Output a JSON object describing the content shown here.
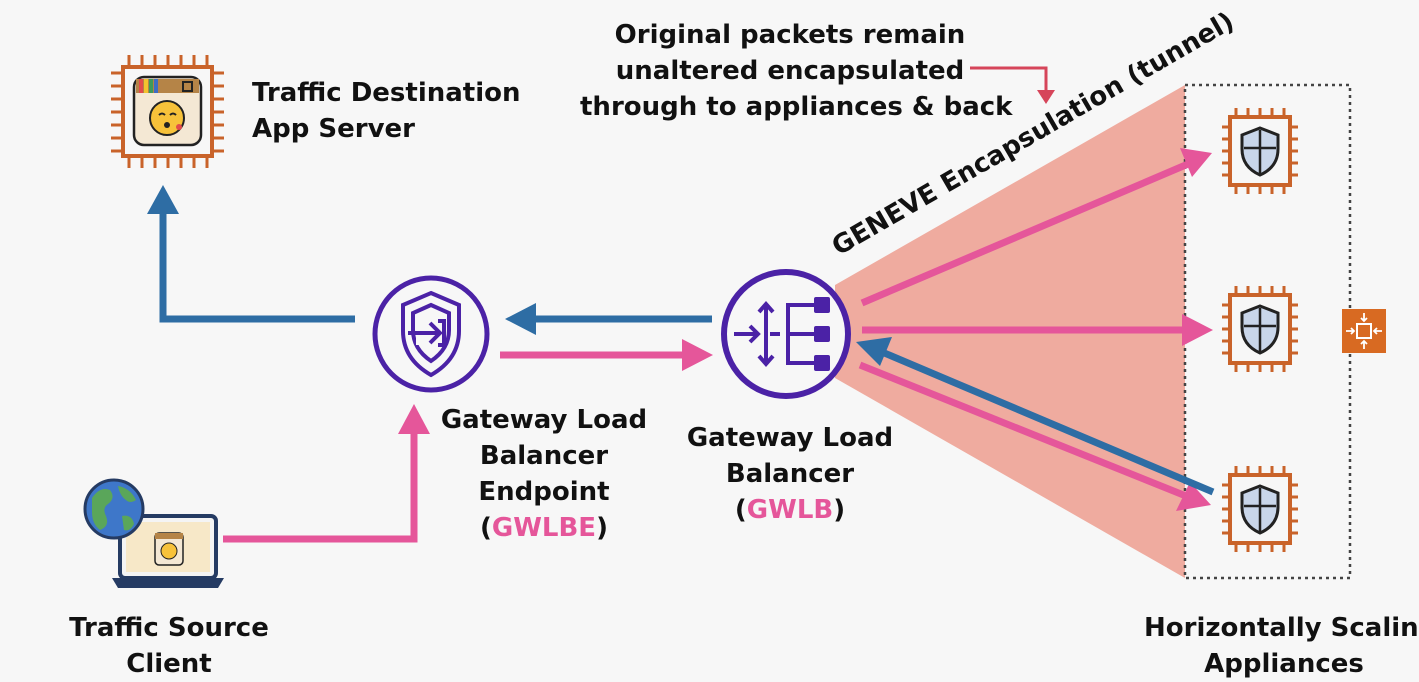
{
  "labels": {
    "dest_line1": "Traffic Destination",
    "dest_line2": "App Server",
    "source_line1": "Traffic Source",
    "source_line2": "Client",
    "gwlbe_line1": "Gateway Load",
    "gwlbe_line2": "Balancer",
    "gwlbe_line3": "Endpoint",
    "gwlbe_abbr": "GWLBE",
    "gwlb_line1": "Gateway Load",
    "gwlb_line2": "Balancer",
    "gwlb_abbr": "GWLB",
    "note_line1": "Original packets remain",
    "note_line2": "unaltered encapsulated",
    "note_line3": "through to appliances & back",
    "tunnel": "GENEVE Encapsulation (tunnel)",
    "appliances_line1": "Horizontally Scaling",
    "appliances_line2": "Appliances",
    "paren_open": "(",
    "paren_close": ")"
  },
  "colors": {
    "blue_arrow": "#2e6da4",
    "pink_arrow": "#e5569a",
    "purple": "#4b22a6",
    "chip_orange": "#c9632a",
    "tunnel_fill": "#efab9f",
    "note_arrow": "#d6455a",
    "autoscale_orange": "#d86a22"
  },
  "icons": [
    "app-server-chip-icon",
    "laptop-globe-icon",
    "gwlbe-shield-icon",
    "gwlb-icon",
    "appliance-shield-chip-icon",
    "autoscaling-icon"
  ]
}
